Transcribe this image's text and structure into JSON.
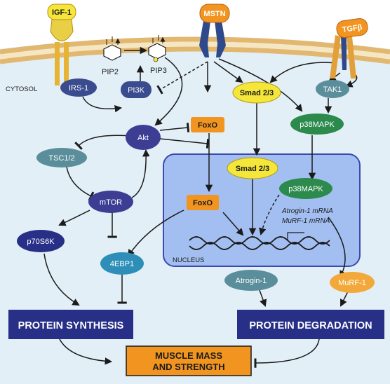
{
  "colors": {
    "background": "#e3eff7",
    "membrane": "#e2b870",
    "nucleus": "#a3bff1",
    "nucleus_border": "#3b49b0",
    "dark_blue": "#272f87",
    "orange": "#f29520",
    "yellow": "#f5e63a",
    "green": "#2b8a4c",
    "teal": "#5b8e9b",
    "cyan": "#2d8fb8"
  },
  "ligands": {
    "igf1": "IGF-1",
    "mstn": "MSTN",
    "tgfb": "TGFβ"
  },
  "compartments": {
    "cytosol": "CYTOSOL",
    "nucleus": "NUCLEUS"
  },
  "proteins": {
    "irs1": "IRS-1",
    "pi3k": "PI3K",
    "pip2": "PIP2",
    "pip3": "PIP3",
    "akt": "Akt",
    "foxo_cyto": "FoxO",
    "smad_cyto": "Smad 2/3",
    "tak1": "TAK1",
    "p38_cyto": "p38MAPK",
    "tsc": "TSC1/2",
    "mtor": "mTOR",
    "foxo_nuc": "FoxO",
    "smad_nuc": "Smad 2/3",
    "p38_nuc": "p38MAPK",
    "p70s6k": "p70S6K",
    "ebp1": "4EBP1",
    "atrogin": "Atrogin-1",
    "murf": "MuRF-1"
  },
  "mrna": {
    "atrogin": "Atrogin-1 mRNA",
    "murf": "MuRF-1 mRNA"
  },
  "outcomes": {
    "synthesis": "PROTEIN SYNTHESIS",
    "degradation": "PROTEIN DEGRADATION",
    "muscle_line1": "MUSCLE MASS",
    "muscle_line2": "AND STRENGTH"
  }
}
